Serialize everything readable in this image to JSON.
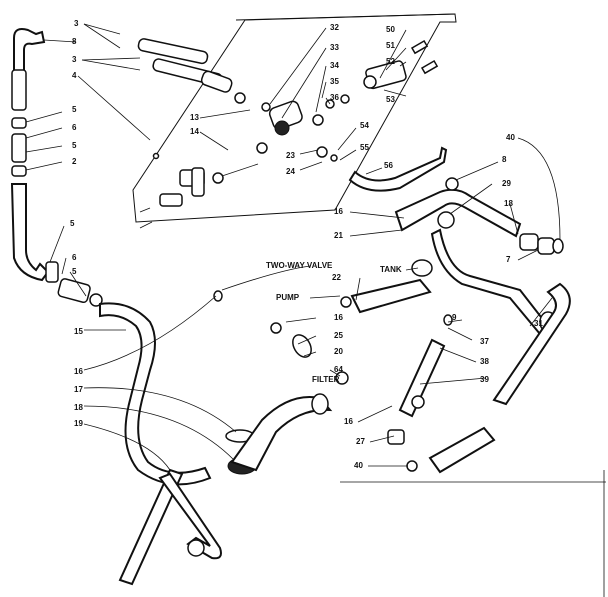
{
  "diagram": {
    "labels": [
      {
        "id": "l-3a",
        "text": "3"
      },
      {
        "id": "l-8a",
        "text": "8"
      },
      {
        "id": "l-3b",
        "text": "3"
      },
      {
        "id": "l-4",
        "text": "4"
      },
      {
        "id": "l-5a",
        "text": "5"
      },
      {
        "id": "l-6a",
        "text": "6"
      },
      {
        "id": "l-5b",
        "text": "5"
      },
      {
        "id": "l-2",
        "text": "2"
      },
      {
        "id": "l-5c",
        "text": "5"
      },
      {
        "id": "l-6b",
        "text": "6"
      },
      {
        "id": "l-5d",
        "text": "5"
      },
      {
        "id": "l-15",
        "text": "15"
      },
      {
        "id": "l-16a",
        "text": "16"
      },
      {
        "id": "l-17",
        "text": "17"
      },
      {
        "id": "l-18",
        "text": "18"
      },
      {
        "id": "l-19",
        "text": "19"
      },
      {
        "id": "l-13",
        "text": "13"
      },
      {
        "id": "l-14",
        "text": "14"
      },
      {
        "id": "l-32",
        "text": "32"
      },
      {
        "id": "l-33",
        "text": "33"
      },
      {
        "id": "l-34",
        "text": "34"
      },
      {
        "id": "l-35",
        "text": "35"
      },
      {
        "id": "l-36",
        "text": "36"
      },
      {
        "id": "l-23",
        "text": "23"
      },
      {
        "id": "l-24",
        "text": "24"
      },
      {
        "id": "l-50",
        "text": "50"
      },
      {
        "id": "l-51",
        "text": "51"
      },
      {
        "id": "l-52",
        "text": "52"
      },
      {
        "id": "l-53",
        "text": "53"
      },
      {
        "id": "l-54",
        "text": "54"
      },
      {
        "id": "l-55",
        "text": "55"
      },
      {
        "id": "l-56",
        "text": "56"
      },
      {
        "id": "l-40a",
        "text": "40"
      },
      {
        "id": "l-8b",
        "text": "8"
      },
      {
        "id": "l-29",
        "text": "29"
      },
      {
        "id": "l-16b",
        "text": "16"
      },
      {
        "id": "l-18b",
        "text": "18"
      },
      {
        "id": "l-21",
        "text": "21"
      },
      {
        "id": "l-7",
        "text": "7"
      },
      {
        "id": "l-two-way",
        "text": "TWO-WAY VALVE"
      },
      {
        "id": "l-tank",
        "text": "TANK"
      },
      {
        "id": "l-22",
        "text": "22"
      },
      {
        "id": "l-pump",
        "text": "PUMP"
      },
      {
        "id": "l-16c",
        "text": "16"
      },
      {
        "id": "l-25",
        "text": "25"
      },
      {
        "id": "l-20",
        "text": "20"
      },
      {
        "id": "l-64",
        "text": "64"
      },
      {
        "id": "l-filter",
        "text": "FILTER"
      },
      {
        "id": "l-9",
        "text": "9"
      },
      {
        "id": "l-37",
        "text": "37"
      },
      {
        "id": "l-38",
        "text": "38"
      },
      {
        "id": "l-39",
        "text": "39"
      },
      {
        "id": "l-31",
        "text": "31"
      },
      {
        "id": "l-16d",
        "text": "16"
      },
      {
        "id": "l-27",
        "text": "27"
      },
      {
        "id": "l-40b",
        "text": "40"
      }
    ]
  }
}
